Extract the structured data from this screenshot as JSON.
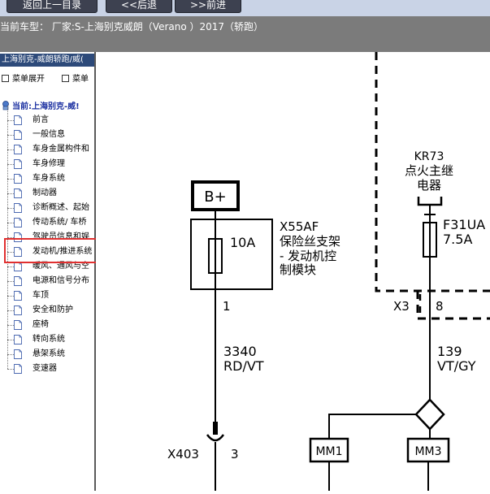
{
  "toolbar": {
    "back_label": "返回上一目录",
    "prev_label": "<<后退",
    "next_label": ">>前进"
  },
  "model_bar": {
    "text": "当前车型： 厂家:S-上海别克威朗（Verano ）2017（轿跑）"
  },
  "sidebar": {
    "title": "上海别克-威朗轿跑/威(",
    "expand_label": "菜单展开",
    "collapse_label": "菜单",
    "current_label": "当前:上海别克-威!",
    "items": [
      {
        "label": "前言"
      },
      {
        "label": "一般信息"
      },
      {
        "label": "车身金属构件和"
      },
      {
        "label": "车身修理"
      },
      {
        "label": "车身系统"
      },
      {
        "label": "制动器"
      },
      {
        "label": "诊断概述、起始"
      },
      {
        "label": "传动系统/ 车桥"
      },
      {
        "label": "驾驶员信息和娱"
      },
      {
        "label": "发动机/推进系统"
      },
      {
        "label": "暖风、通风与空"
      },
      {
        "label": "电源和信号分布"
      },
      {
        "label": "车顶"
      },
      {
        "label": "安全和防护"
      },
      {
        "label": "座椅"
      },
      {
        "label": "转向系统"
      },
      {
        "label": "悬架系统"
      },
      {
        "label": "变速器"
      }
    ],
    "highlighted_index": 9
  },
  "diagram": {
    "power_label": "B+",
    "left_fuse_box": {
      "fuse_rating": "10A",
      "name_code": "X55AF",
      "name_line1": "保险丝支架",
      "name_line2": "- 发动机控",
      "name_line3": "制模块",
      "pin": "1"
    },
    "left_wire": {
      "number": "3340",
      "color": "RD/VT"
    },
    "left_connector": {
      "code": "X403",
      "pin": "3"
    },
    "relay": {
      "code": "KR73",
      "name_line1": "点火主继",
      "name_line2": "电器"
    },
    "right_fuse": {
      "code": "F31UA",
      "rating": "7.5A"
    },
    "right_connector": {
      "code": "X3",
      "pin": "8"
    },
    "right_wire": {
      "number": "139",
      "color": "VT/GY"
    },
    "splice_labels": [
      "MM1",
      "MM3"
    ]
  }
}
